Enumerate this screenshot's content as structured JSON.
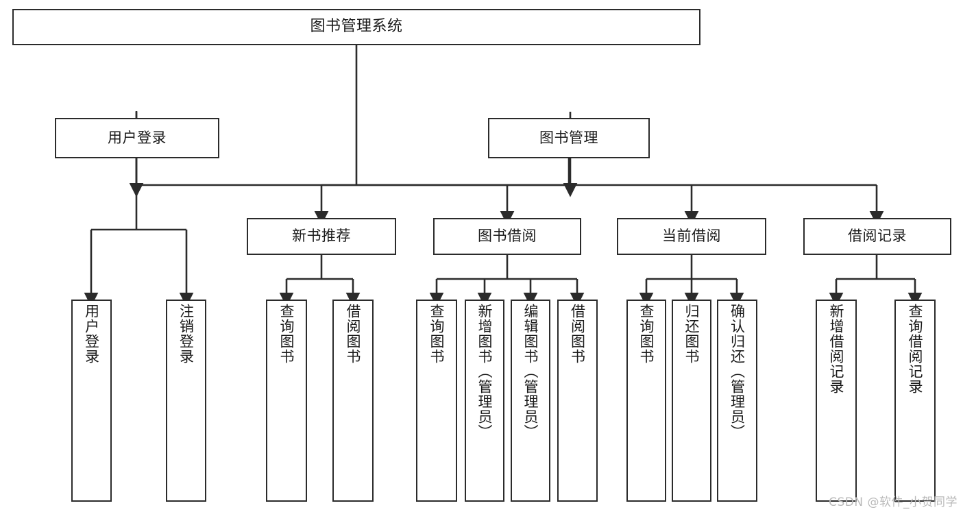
{
  "diagram": {
    "title": "图书管理系统",
    "type": "tree",
    "watermark": "CSDN @软件_小贺同学",
    "colors": {
      "stroke": "#2b2b2b",
      "fill": "#ffffff",
      "text": "#1a1a1a",
      "watermark": "#b9b9b9"
    },
    "nodes": {
      "root": {
        "label": "图书管理系统"
      },
      "level2": [
        {
          "label": "用户登录"
        },
        {
          "label": "图书管理"
        }
      ],
      "level3": [
        {
          "label": "新书推荐"
        },
        {
          "label": "图书借阅"
        },
        {
          "label": "当前借阅"
        },
        {
          "label": "借阅记录"
        }
      ],
      "leaves": {
        "user_login": [
          {
            "label": "用户登录"
          },
          {
            "label": "注销登录"
          }
        ],
        "new_books": [
          {
            "label": "查询图书"
          },
          {
            "label": "借阅图书"
          }
        ],
        "book_borrow": [
          {
            "label": "查询图书"
          },
          {
            "label": "新增图书（管理员）"
          },
          {
            "label": "编辑图书（管理员）"
          },
          {
            "label": "借阅图书"
          }
        ],
        "current_borrow": [
          {
            "label": "查询图书"
          },
          {
            "label": "归还图书"
          },
          {
            "label": "确认归还（管理员）"
          }
        ],
        "borrow_records": [
          {
            "label": "新增借阅记录"
          },
          {
            "label": "查询借阅记录"
          }
        ]
      }
    }
  }
}
